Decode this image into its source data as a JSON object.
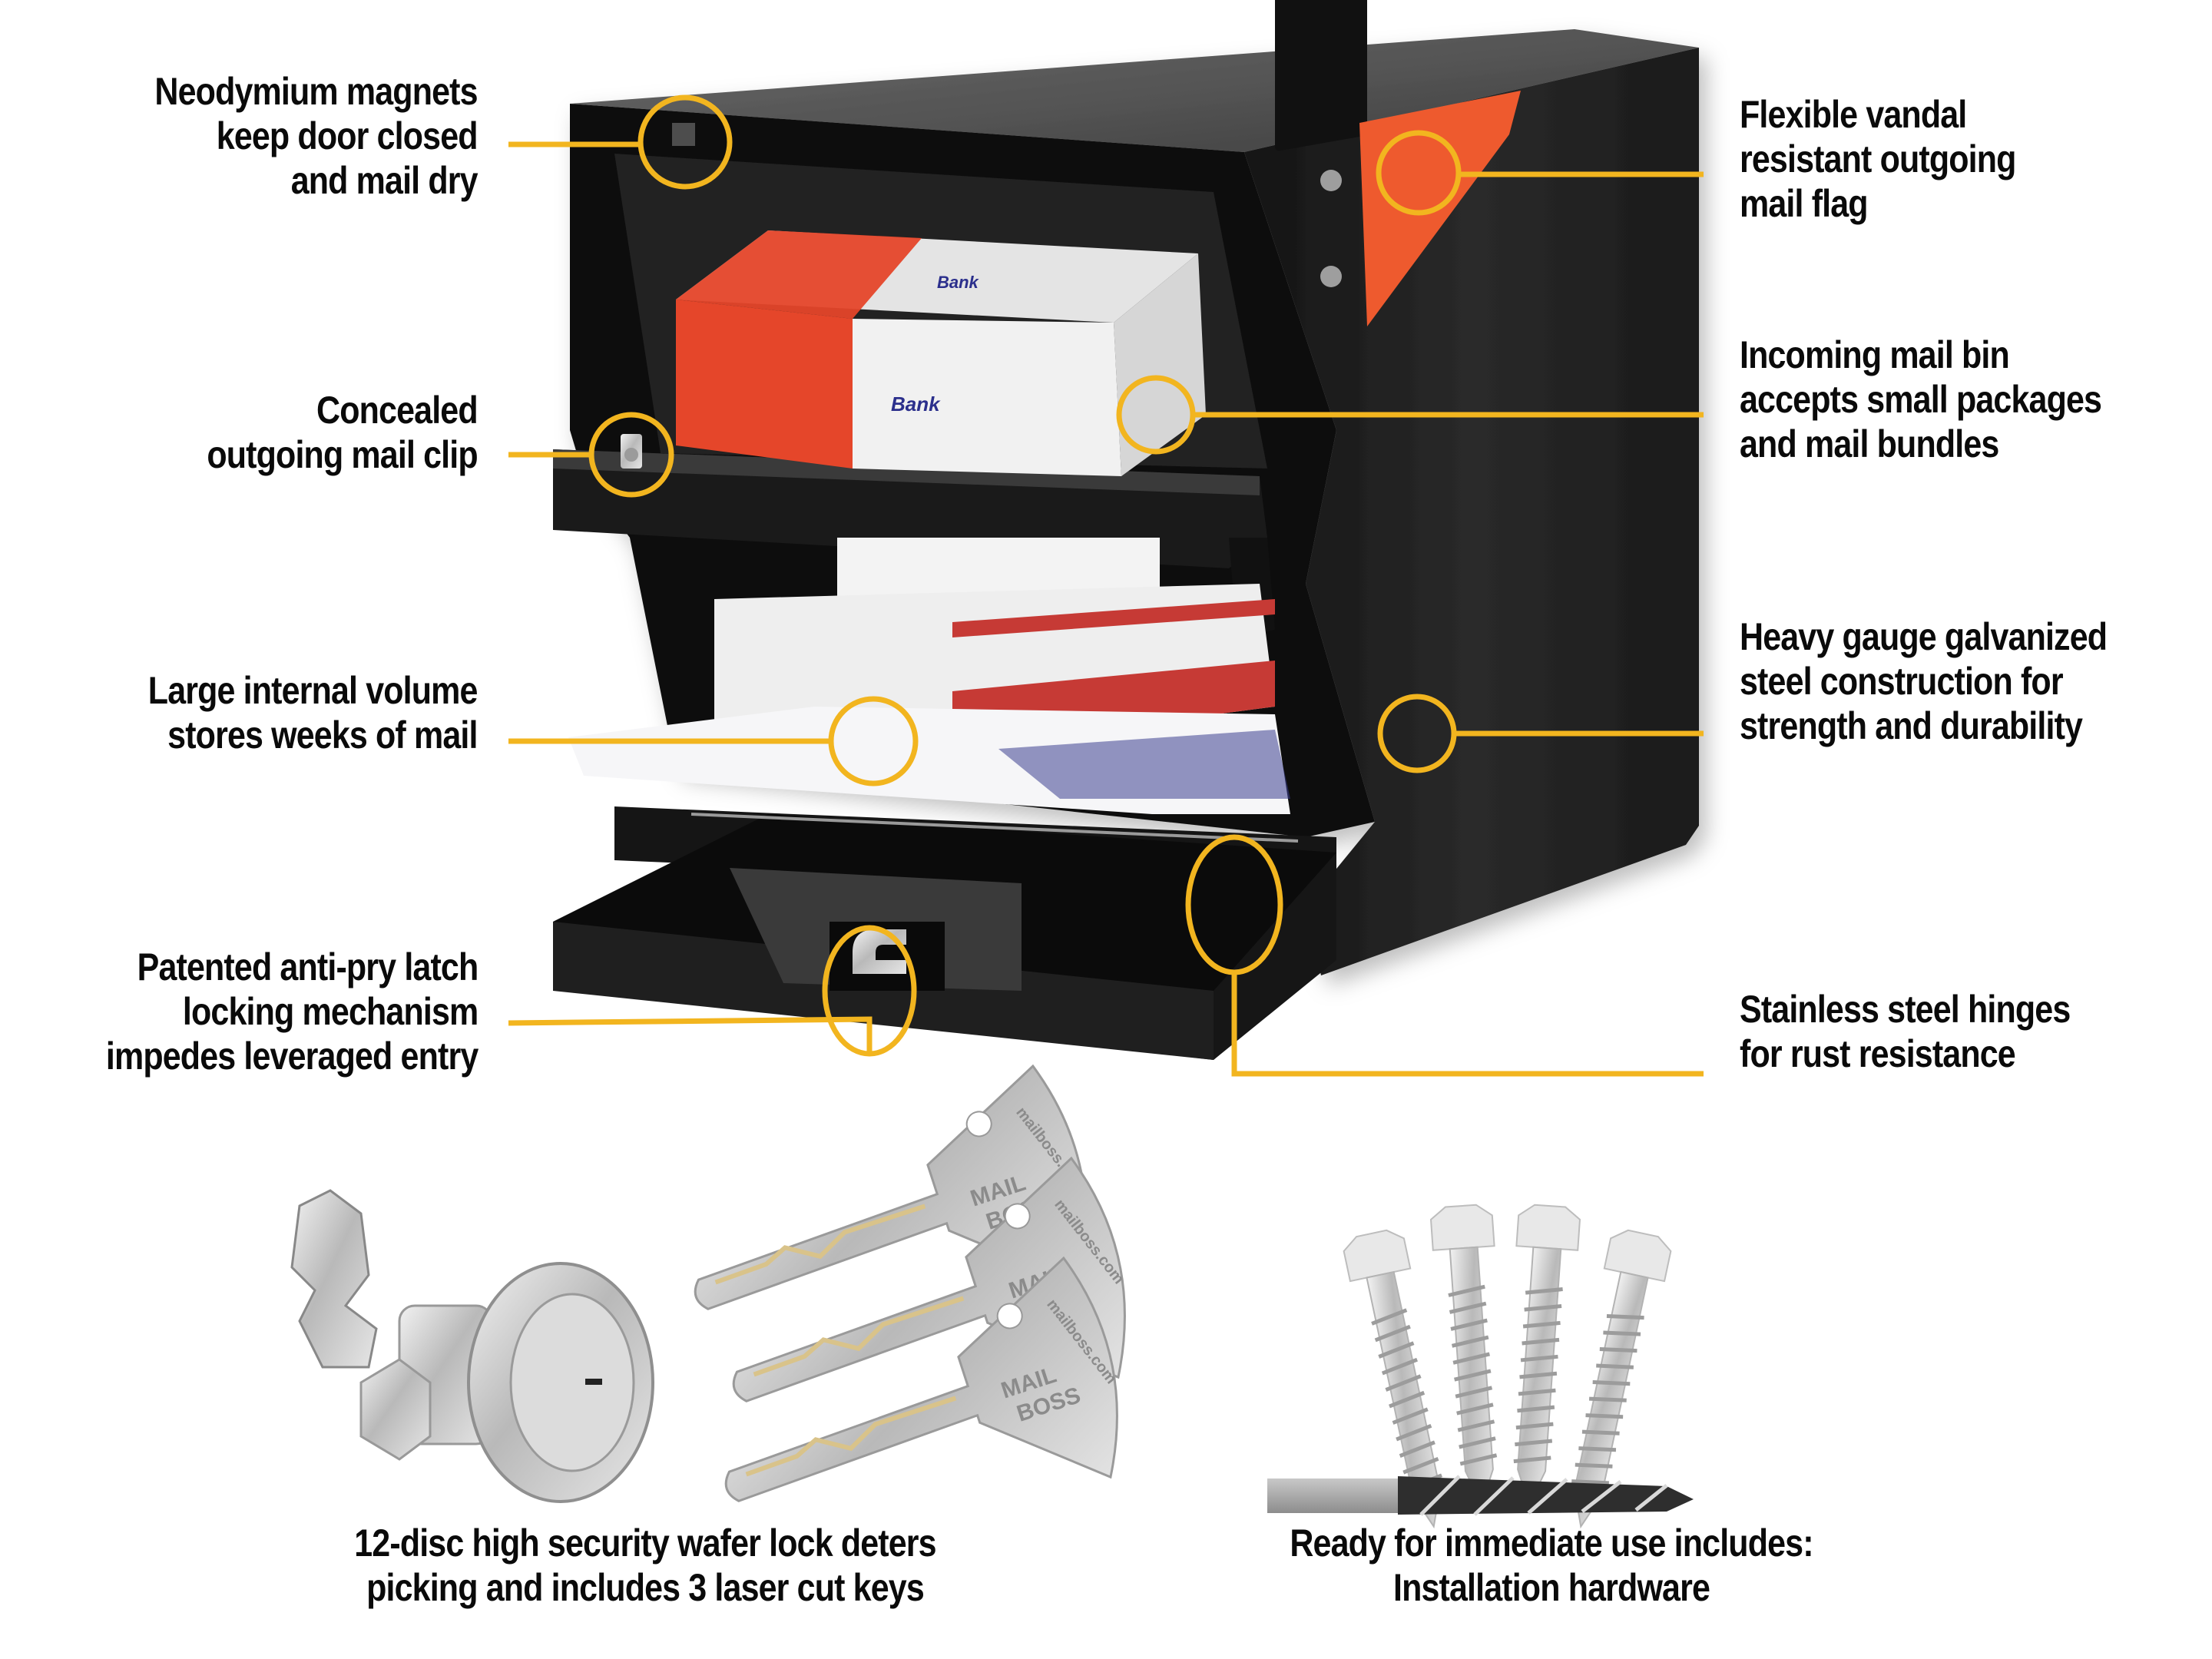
{
  "colors": {
    "callout": "#F2B51F",
    "mailbox_body": "#1b1b1b",
    "flag": "#EE5A2E",
    "text": "#0a0a0a",
    "background": "#ffffff"
  },
  "product": {
    "package_label": "Bank",
    "key_brand_line1": "MAIL",
    "key_brand_line2": "BOSS",
    "key_url": "mailboss.com"
  },
  "callouts_left": [
    {
      "id": "magnets",
      "lines": [
        "Neodymium magnets",
        "keep door closed",
        "and mail dry"
      ]
    },
    {
      "id": "clip",
      "lines": [
        "Concealed",
        "outgoing mail clip"
      ]
    },
    {
      "id": "volume",
      "lines": [
        "Large internal volume",
        "stores weeks of mail"
      ]
    },
    {
      "id": "latch",
      "lines": [
        "Patented anti-pry latch",
        "locking mechanism",
        "impedes leveraged entry"
      ]
    }
  ],
  "callouts_right": [
    {
      "id": "flag",
      "lines": [
        "Flexible vandal",
        "resistant outgoing",
        "mail flag"
      ]
    },
    {
      "id": "bin",
      "lines": [
        "Incoming mail bin",
        "accepts small packages",
        "and mail bundles"
      ]
    },
    {
      "id": "steel",
      "lines": [
        "Heavy gauge galvanized",
        "steel construction for",
        "strength and durability"
      ]
    },
    {
      "id": "hinges",
      "lines": [
        "Stainless steel hinges",
        "for rust resistance"
      ]
    }
  ],
  "bottom_captions": {
    "lock": [
      "12-disc high security wafer lock deters",
      "picking and includes 3 laser cut keys"
    ],
    "hardware": [
      "Ready for immediate use includes:",
      "Installation hardware"
    ]
  }
}
